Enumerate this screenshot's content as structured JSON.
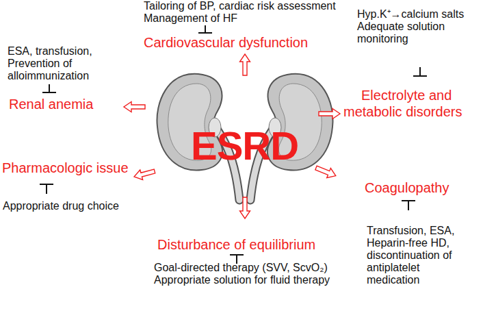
{
  "diagram": {
    "labels": [
      "Tailoring of BP, cardiac risk assessment",
      "Management of HF",
      "Cardiovascular dysfunction",
      "ESA, transfusion,",
      "Prevention of",
      "alloimmunization",
      "Hyp.K⁺→calcium salts",
      "Adequate solution",
      "monitoring",
      "Renal anemia",
      "Electrolyte and",
      "metabolic disorders",
      "ESRD",
      "Pharmacologic issue",
      "Coagulopathy",
      "Appropriate drug choice",
      "Transfusion, ESA,",
      "Heparin-free HD,",
      "discontinuation of",
      "antiplatelet",
      "medication",
      "Disturbance of equilibrium",
      "Goal-directed therapy (SVV, ScvO₂)",
      "Appropriate solution for fluid therapy"
    ]
  }
}
